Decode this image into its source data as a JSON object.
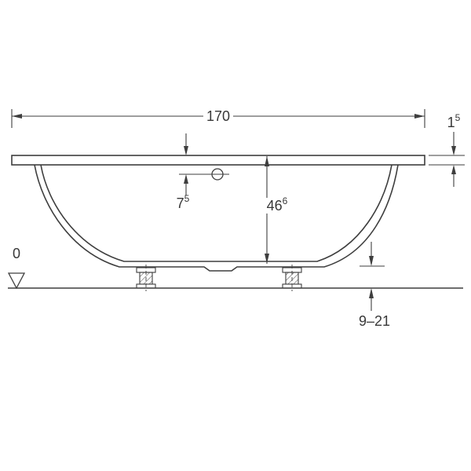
{
  "figure": {
    "labels": {
      "overall_width": {
        "main": "170",
        "sup": ""
      },
      "rim_height": {
        "main": "1",
        "sup": "5"
      },
      "overflow_offset": {
        "main": "7",
        "sup": "5"
      },
      "tub_height": {
        "main": "46",
        "sup": "6"
      },
      "datum": {
        "main": "0",
        "sup": ""
      },
      "feet_range": {
        "main": "9–21",
        "sup": ""
      }
    },
    "colors": {
      "line": "#3e3e3e",
      "background": "#ffffff"
    }
  }
}
